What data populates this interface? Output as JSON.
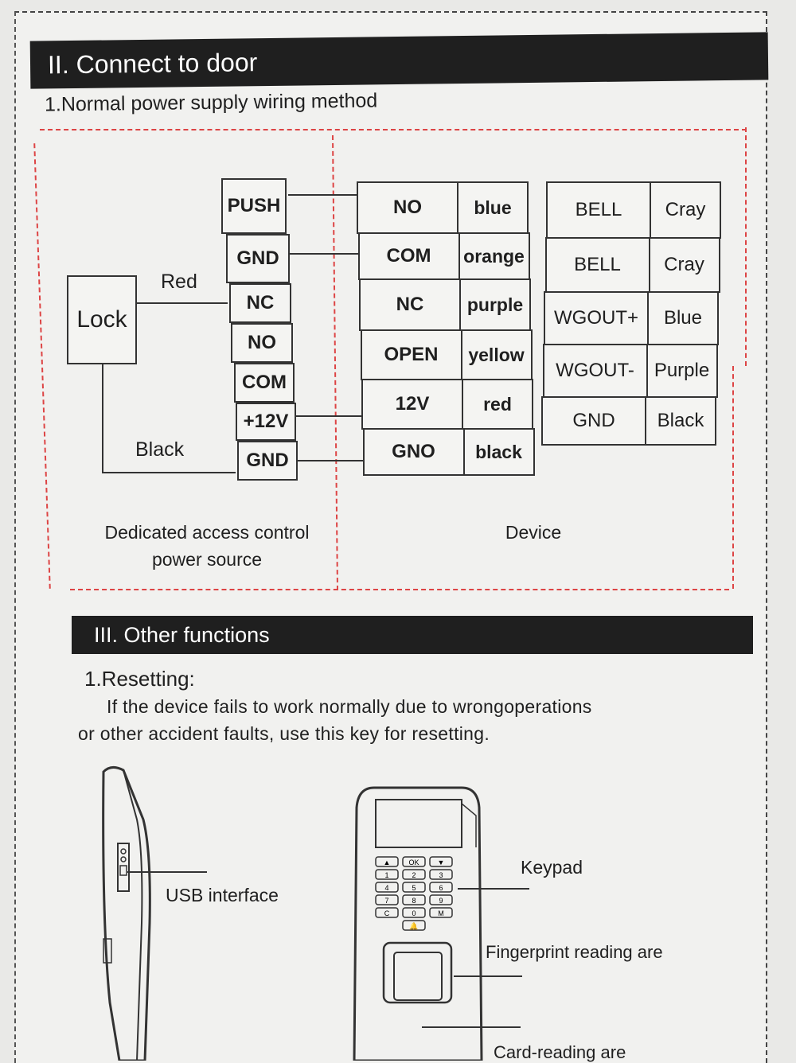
{
  "section2": {
    "title": "II. Connect  to door",
    "subtitle": "1.Normal power supply wiring method"
  },
  "power_terminals": [
    "PUSH",
    "GND",
    "NC",
    "NO",
    "COM",
    "+12V",
    "GND"
  ],
  "lock": {
    "label": "Lock",
    "wire_top": "Red",
    "wire_bottom": "Black"
  },
  "device_table": [
    {
      "pin": "NO",
      "color": "blue"
    },
    {
      "pin": "COM",
      "color": "orange"
    },
    {
      "pin": "NC",
      "color": "purple"
    },
    {
      "pin": "OPEN",
      "color": "yellow"
    },
    {
      "pin": "12V",
      "color": "red"
    },
    {
      "pin": "GNO",
      "color": "black"
    }
  ],
  "aux_table": [
    {
      "pin": "BELL",
      "color": "Cray"
    },
    {
      "pin": "BELL",
      "color": "Cray"
    },
    {
      "pin": "WGOUT+",
      "color": "Blue"
    },
    {
      "pin": "WGOUT-",
      "color": "Purple"
    },
    {
      "pin": "GND",
      "color": "Black"
    }
  ],
  "captions": {
    "power_line1": "Dedicated access control",
    "power_line2": "power source",
    "device": "Device"
  },
  "section3": {
    "title": "III. Other  functions",
    "subtitle": "1.Resetting:"
  },
  "resetting_text": {
    "line1": "If the device fails to work normally due to wrongoperations",
    "line2": "or  other accident faults, use this key for resetting."
  },
  "labels": {
    "usb": "USB  interface",
    "keypad": "Keypad",
    "fingerprint": "Fingerprint  reading are",
    "card": "Card-reading are"
  },
  "keypad_keys": [
    "▲",
    "OK",
    "▼",
    "1",
    "2",
    "3",
    "4",
    "5",
    "6",
    "7",
    "8",
    "9",
    "C",
    "0",
    "M",
    "🔔"
  ]
}
